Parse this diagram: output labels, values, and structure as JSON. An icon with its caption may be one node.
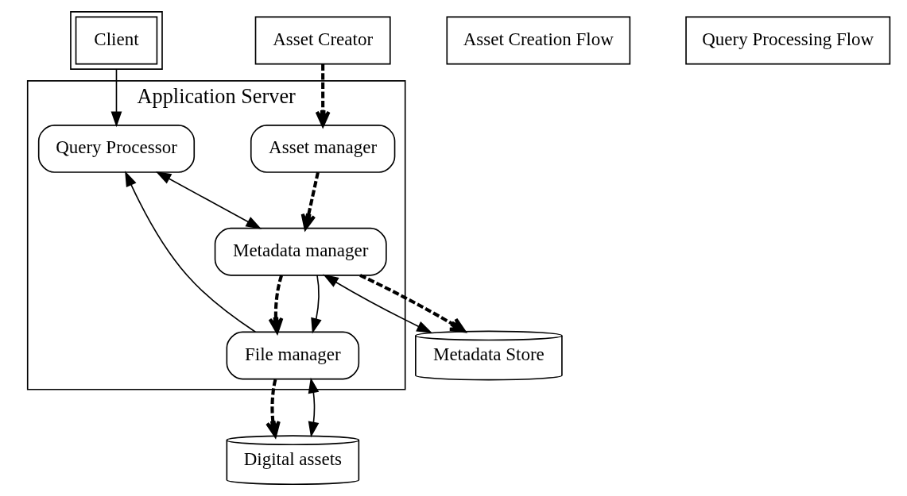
{
  "diagram": {
    "nodes": [
      {
        "text": [
          "Client"
        ]
      },
      {
        "text": [
          "Asset Creator"
        ]
      },
      {
        "text": [
          "Application Server"
        ]
      },
      {
        "text": [
          "Query Processor"
        ],
        "in": 2
      },
      {
        "text": [
          "Asset manager"
        ],
        "in": 2
      },
      {
        "text": [
          "Metadata manager"
        ],
        "in": 2
      },
      {
        "text": [
          "File manager"
        ],
        "in": 2
      },
      {
        "text": [
          "Metadata Store"
        ]
      },
      {
        "text": [
          "Digital assets"
        ]
      }
    ],
    "edges": [
      {
        "from": 0,
        "to": 3,
        "arrow": "to"
      },
      {
        "from": 1,
        "to": 4,
        "arrow": "to",
        "style": "dashed"
      },
      {
        "from": 3,
        "to": 5,
        "arrow": "both"
      },
      {
        "from": 6,
        "to": 3,
        "arrow": "to"
      },
      {
        "from": 4,
        "to": 5,
        "arrow": "to",
        "style": "dashed"
      },
      {
        "from": 5,
        "to": 6,
        "arrow": "to",
        "style": "dashed"
      },
      {
        "from": 5,
        "to": 6,
        "arrow": "to"
      },
      {
        "from": 5,
        "to": 7,
        "arrow": "both"
      },
      {
        "from": 5,
        "to": 7,
        "arrow": "to",
        "style": "dashed"
      },
      {
        "from": 6,
        "to": 8,
        "arrow": "to",
        "style": "dashed"
      },
      {
        "from": 6,
        "to": 8,
        "arrow": "both"
      }
    ],
    "legend": [
      {
        "text": "Asset Creation Flow"
      },
      {
        "text": "Query Processing Flow"
      }
    ]
  }
}
